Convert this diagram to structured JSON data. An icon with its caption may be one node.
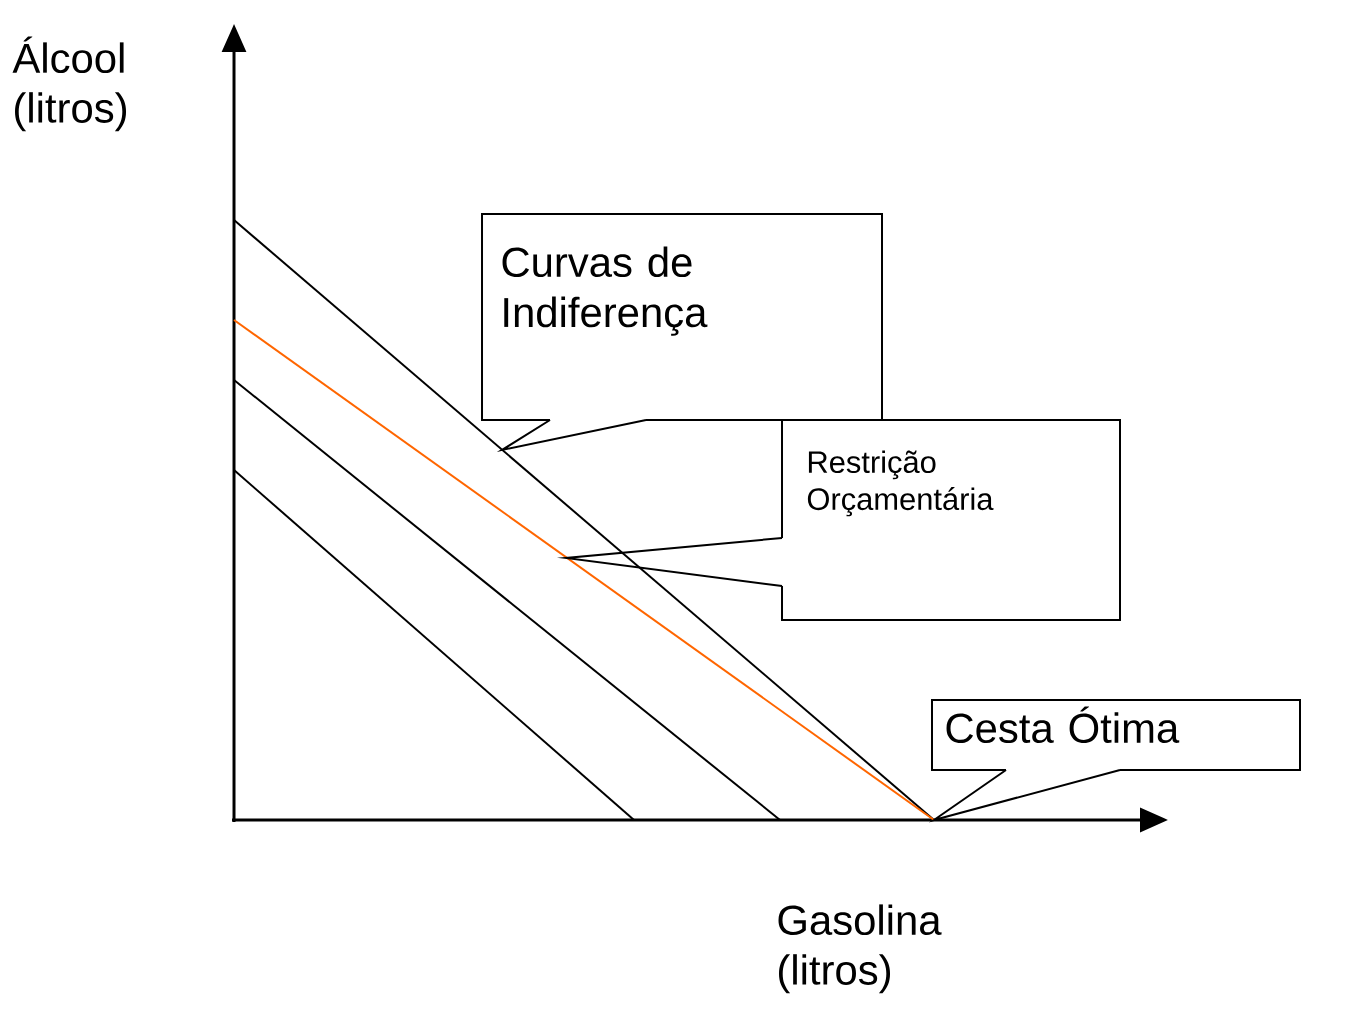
{
  "diagram": {
    "nodes": [
      {
        "text": [
          "Curvas de Indiferença"
        ]
      },
      {
        "text": [
          "Restrição Orçamentária"
        ]
      },
      {
        "text": [
          "Cesta Ótima"
        ]
      }
    ],
    "edges": [
      {
        "from": 0,
        "to": null,
        "arrow": "none"
      },
      {
        "from": 1,
        "to": null,
        "arrow": "none"
      },
      {
        "from": 2,
        "to": null,
        "arrow": "none"
      }
    ],
    "labels": [
      "Álcool (litros)",
      "Gasolina (litros)"
    ]
  }
}
